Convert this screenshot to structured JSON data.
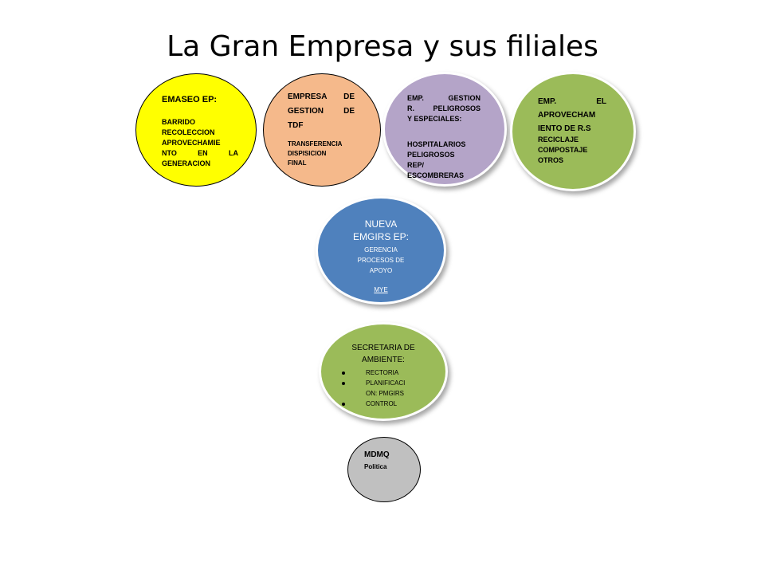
{
  "title": "La Gran Empresa y sus filiales",
  "nodes": {
    "emaseo": {
      "heading": "EMASEO EP:",
      "lines": [
        "BARRIDO",
        "RECOLECCION",
        "APROVECHAMIE",
        "NTO EN LA",
        "GENERACION"
      ],
      "color": "#ffff00"
    },
    "tdf": {
      "heading": [
        "EMPRESA DE",
        "GESTION DE",
        "TDF"
      ],
      "lines": [
        "TRANSFERENCIA",
        "DISPISICION",
        "FINAL"
      ],
      "color": "#f5b98b"
    },
    "peligrosos": {
      "heading": [
        "EMP. GESTION",
        "R. PELIGROSOS",
        "Y ESPECIALES:"
      ],
      "lines": [
        "HOSPITALARIOS",
        "PELIGROSOS",
        "REP/",
        "ESCOMBRERAS"
      ],
      "color": "#b4a4c8"
    },
    "aprovechamiento": {
      "heading": [
        "EMP. EL",
        "APROVECHAM",
        "IENTO DE R.S"
      ],
      "lines": [
        "RECICLAJE",
        "COMPOSTAJE",
        "OTROS"
      ],
      "color": "#9bbb59"
    },
    "emgirs": {
      "heading": [
        "NUEVA",
        "EMGIRS EP:"
      ],
      "lines": [
        "GERENCIA",
        "PROCESOS DE",
        "APOYO"
      ],
      "link": "MYE",
      "color": "#4f81bd"
    },
    "secretaria": {
      "heading": [
        "SECRETARIA DE",
        "AMBIENTE:"
      ],
      "items": [
        "RECTORIA",
        "PLANIFICACI",
        "ON: PMGIRS",
        "CONTROL"
      ],
      "color": "#9bbb59"
    },
    "mdmq": {
      "heading": "MDMQ",
      "subtitle": "Politica",
      "color": "#c0c0c0"
    }
  }
}
